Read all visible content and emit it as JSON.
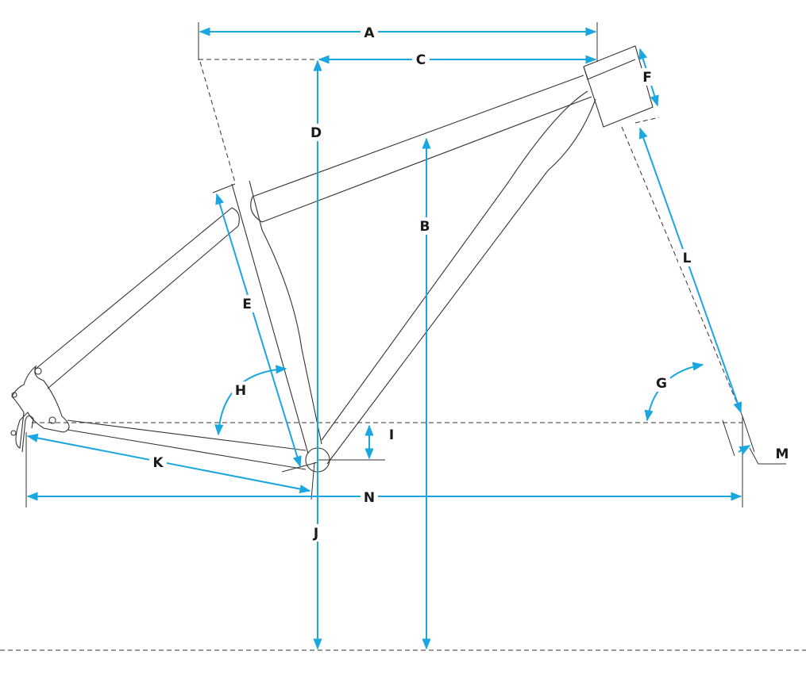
{
  "diagram": {
    "type": "bicycle frame geometry",
    "accent_color": "#1aa7e0",
    "labels": {
      "A": "A",
      "B": "B",
      "C": "C",
      "D": "D",
      "E": "E",
      "F": "F",
      "G": "G",
      "H": "H",
      "I": "I",
      "J": "J",
      "K": "K",
      "L": "L",
      "M": "M",
      "N": "N"
    }
  }
}
